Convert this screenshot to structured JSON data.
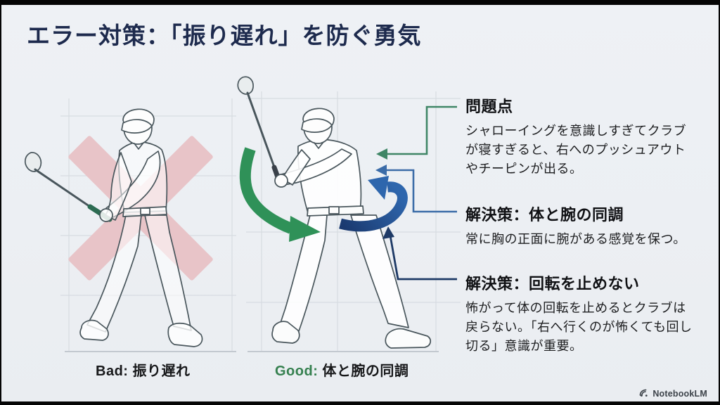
{
  "slide": {
    "title": "エラー対策：「振り遅れ」を防ぐ勇気",
    "branding": "NotebookLM"
  },
  "figures": {
    "bad": {
      "caption_prefix": "Bad:",
      "caption": "振り遅れ"
    },
    "good": {
      "caption_prefix": "Good:",
      "caption": "体と腕の同調"
    }
  },
  "annotations": [
    {
      "heading": "問題点",
      "body": "シャローイングを意識しすぎてクラブが寝すぎると、右へのプッシュアウトやチーピンが出る。",
      "connector_color": "#3f8666"
    },
    {
      "heading": "解決策：体と腕の同調",
      "body": "常に胸の正面に腕がある感覚を保つ。",
      "connector_color": "#3b6ca8"
    },
    {
      "heading": "解決策：回転を止めない",
      "body": "怖がって体の回転を止めるとクラブは戻らない。「右へ行くのが怖くても回し切る」意識が重要。",
      "connector_color": "#1e3a66"
    }
  ],
  "icons": {
    "brand_icon": "notebooklm-logo-icon",
    "bad_mark": "pink-x-mark",
    "good_swing_arrow": "green-swing-path-arrow",
    "good_rotation_arrow": "blue-hip-rotation-arrow"
  },
  "colors": {
    "background": "#edf0f4",
    "title": "#1d2a4d",
    "pink_x": "#e8c4c8",
    "swing_green": "#2f9158",
    "rotation_navy": "#1c3c72",
    "rotation_blue": "#2e66ad",
    "connector_green": "#3f8666",
    "connector_blue": "#3b6ca8",
    "connector_navy": "#1e3a66",
    "good_label_green": "#35804f",
    "line_art": "#49565c"
  }
}
